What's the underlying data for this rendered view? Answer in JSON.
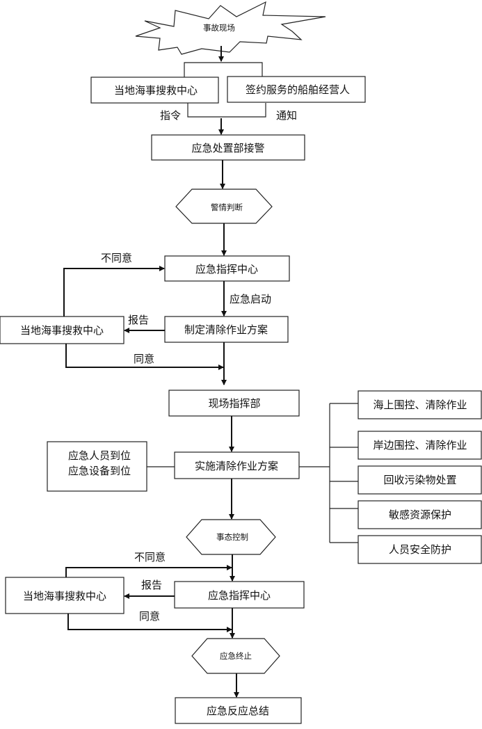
{
  "nodes": {
    "accident_scene": "事故现场",
    "local_rescue_center_top": "当地海事搜救中心",
    "contracted_operator": "签约服务的船舶经营人",
    "emergency_dept_alarm": "应急处置部接警",
    "alarm_judgment": "警情判断",
    "command_center_1": "应急指挥中心",
    "draft_plan": "制定清除作业方案",
    "local_rescue_center_1": "当地海事搜救中心",
    "site_command": "现场指挥部",
    "execute_plan": "实施清除作业方案",
    "personnel_ready": "应急人员到位",
    "equipment_ready": "应急设备到位",
    "incident_control": "事态控制",
    "command_center_2": "应急指挥中心",
    "local_rescue_center_2": "当地海事搜救中心",
    "emergency_end": "应急终止",
    "summary": "应急反应总结"
  },
  "tasks": [
    "海上围控、清除作业",
    "岸边围控、清除作业",
    "回收污染物处置",
    "敏感资源保护",
    "人员安全防护"
  ],
  "edge_labels": {
    "instruction": "指令",
    "notify": "通知",
    "disagree_1": "不同意",
    "start": "应急启动",
    "report_1": "报告",
    "agree_1": "同意",
    "disagree_2": "不同意",
    "report_2": "报告",
    "agree_2": "同意"
  }
}
